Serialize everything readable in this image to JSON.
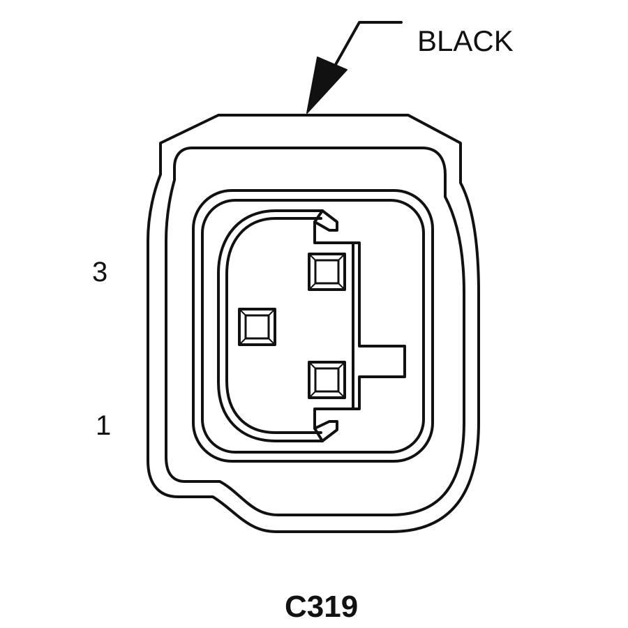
{
  "callout": {
    "label": "BLACK"
  },
  "pin_labels": {
    "top": "3",
    "bottom": "1"
  },
  "connector_id": "C319",
  "colors": {
    "line": "#111111",
    "background": "#ffffff"
  },
  "terminals": [
    {
      "name": "terminal-upper"
    },
    {
      "name": "terminal-middle"
    },
    {
      "name": "terminal-lower"
    }
  ]
}
